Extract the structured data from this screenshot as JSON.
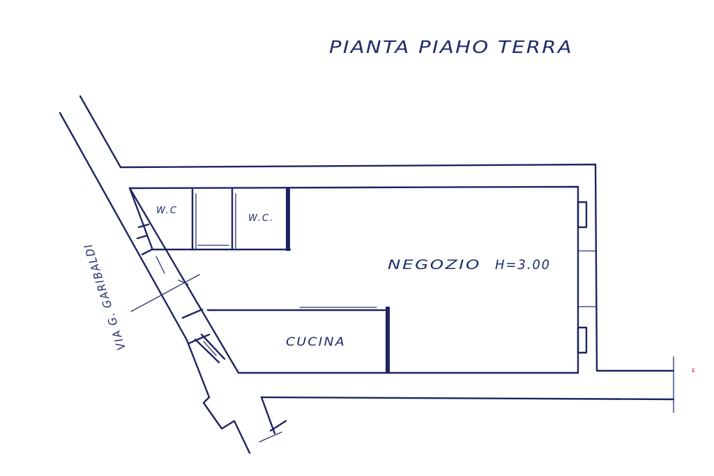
{
  "title": "PIANTA PIAHO TERRA",
  "street": "VIA G. GARIBALDI",
  "rooms": {
    "wc_left": "W.C",
    "wc_right": "W.C.",
    "shop": "NEGOZIO",
    "shop_height": "H=3.00",
    "kitchen": "CUCINA"
  },
  "colors": {
    "ink": "#1d2460",
    "paper": "#ffffff",
    "mark": "#c0392b"
  }
}
